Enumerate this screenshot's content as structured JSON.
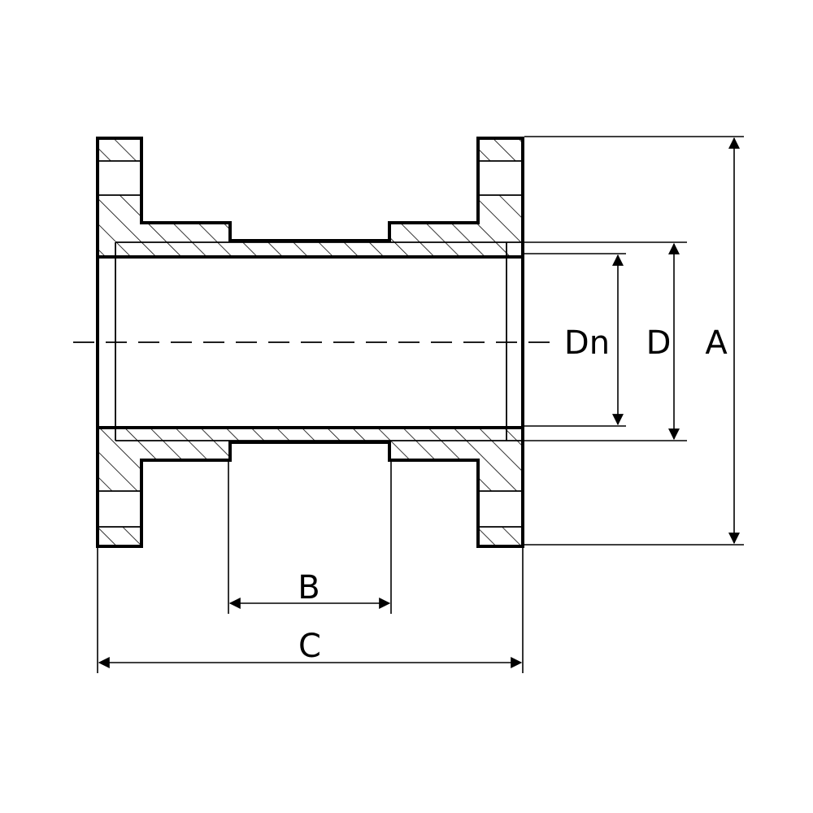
{
  "diagram": {
    "labels": {
      "dn": "Dn",
      "d": "D",
      "a": "A",
      "b": "B",
      "c": "C"
    },
    "colors": {
      "line": "#000000",
      "background": "#ffffff"
    }
  }
}
